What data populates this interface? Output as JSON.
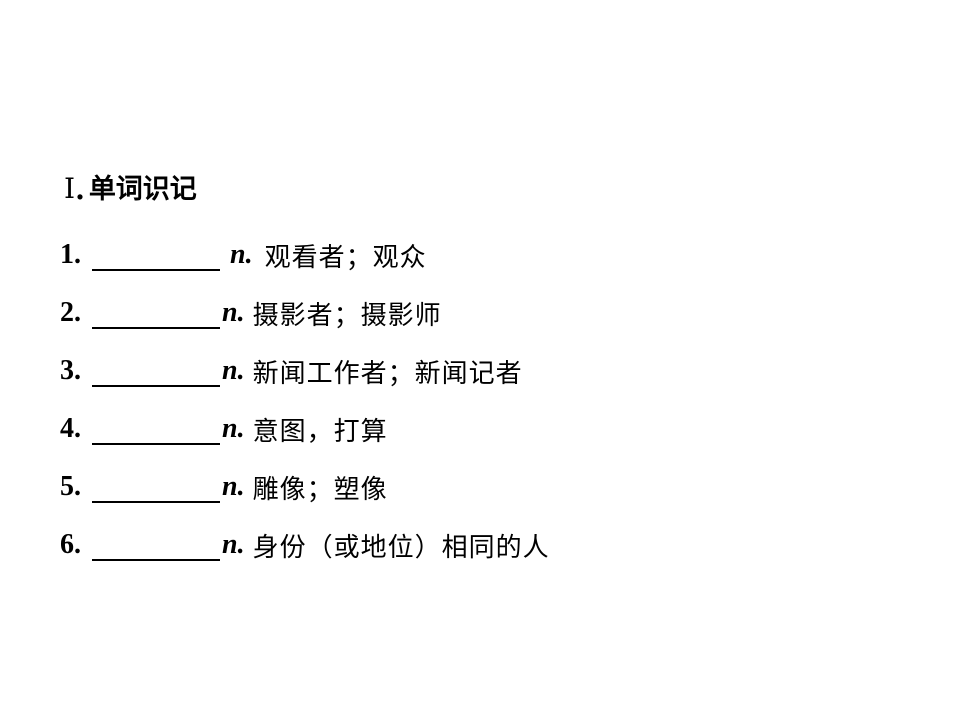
{
  "section": {
    "numeral": "Ⅰ",
    "dot": ".",
    "title": "单词识记"
  },
  "items": [
    {
      "number": "1.",
      "pos": "n.",
      "meaning": "观看者；观众"
    },
    {
      "number": "2.",
      "pos": "n.",
      "meaning": "摄影者；摄影师"
    },
    {
      "number": "3.",
      "pos": "n.",
      "meaning": "新闻工作者；新闻记者"
    },
    {
      "number": "4.",
      "pos": "n.",
      "meaning": "意图，打算"
    },
    {
      "number": "5.",
      "pos": "n.",
      "meaning": "雕像；塑像"
    },
    {
      "number": "6.",
      "pos": "n.",
      "meaning": "身份（或地位）相同的人"
    }
  ]
}
